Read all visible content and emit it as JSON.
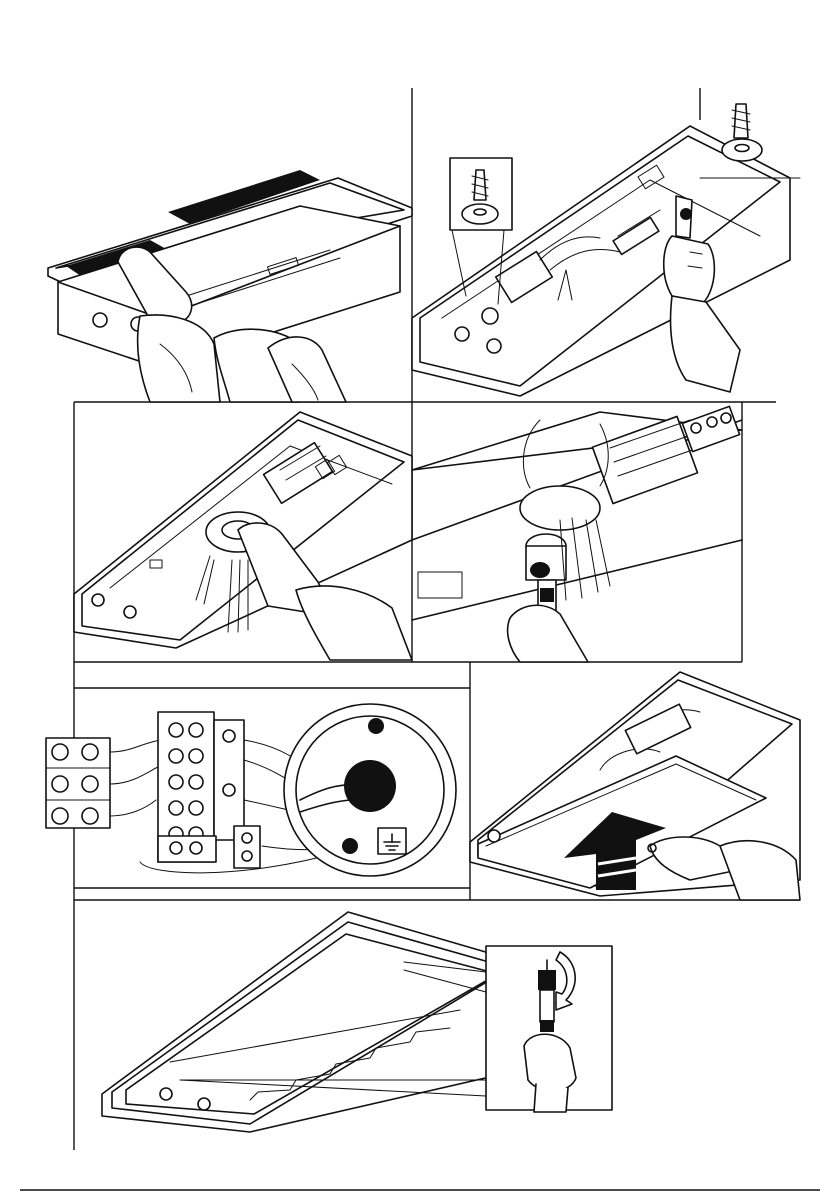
{
  "colors": {
    "ink": "#111111",
    "paper": "#ffffff",
    "shade": "#6b6b6b"
  },
  "icons": {
    "screw": "screw-icon",
    "earth": "earth-ground-icon",
    "hand": "hand-icon",
    "screwdriver": "screwdriver-icon",
    "arrow": "upward-arrow-icon"
  },
  "steps": [
    {
      "id": "step-1",
      "content": "remove-cover-panel"
    },
    {
      "id": "step-2",
      "content": "fix-housing-with-screws"
    },
    {
      "id": "step-3",
      "content": "feed-cables-through-grommet"
    },
    {
      "id": "step-4",
      "content": "tighten-cable-gland"
    },
    {
      "id": "step-5",
      "content": "connect-wires-to-terminal-block"
    },
    {
      "id": "step-6",
      "content": "push-cover-panel-up"
    },
    {
      "id": "step-7",
      "content": "secure-frame-screws"
    }
  ]
}
